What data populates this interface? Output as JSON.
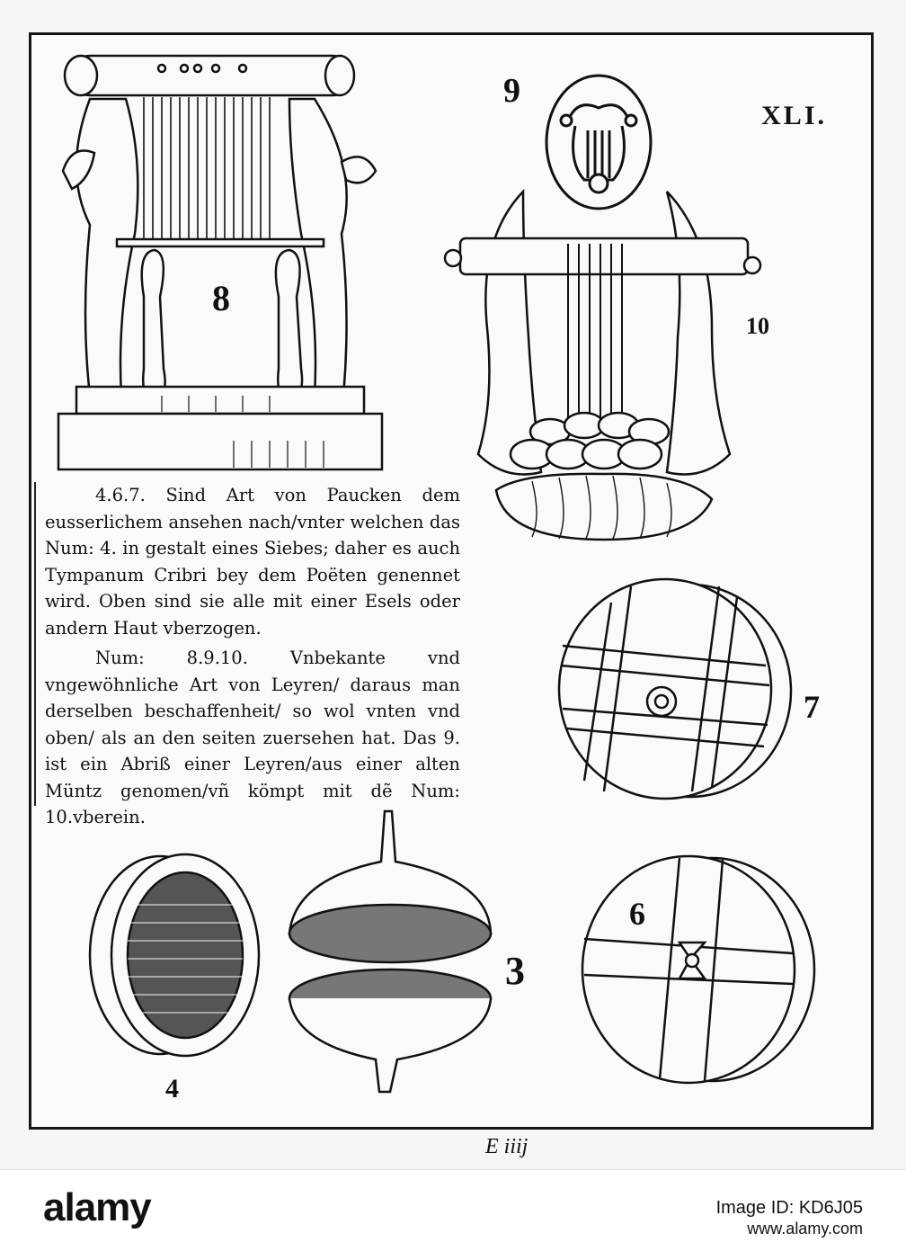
{
  "plate": {
    "number": "XLI.",
    "signature": "E iiij"
  },
  "figures": {
    "fig8": "8",
    "fig9": "9",
    "fig10": "10",
    "fig7": "7",
    "fig6": "6",
    "fig4": "4",
    "fig3": "3"
  },
  "text": {
    "paragraph1": "4.6.7. Sind Art von Paucken dem eusserlichem ansehen nach/vnter welchen das Num: 4. in gestalt eines Siebes; daher es auch Tympanum Cribri bey dem Poëten genennet wird. Oben sind sie alle mit einer Esels oder andern Haut vberzogen.",
    "paragraph2": "Num: 8.9.10. Vnbekante vnd vngewöhnliche Art von Leyren/ daraus man derselben beschaffenheit/ so wol vnten vnd oben/ als an den seiten zuersehen hat. Das 9. ist ein Abriß einer Leyren/aus einer alten Müntz genomen/vñ kömpt mit dẽ Num: 10.vberein."
  },
  "watermark": {
    "logo": "alamy",
    "image_id": "Image ID: KD6J05",
    "url": "www.alamy.com"
  }
}
